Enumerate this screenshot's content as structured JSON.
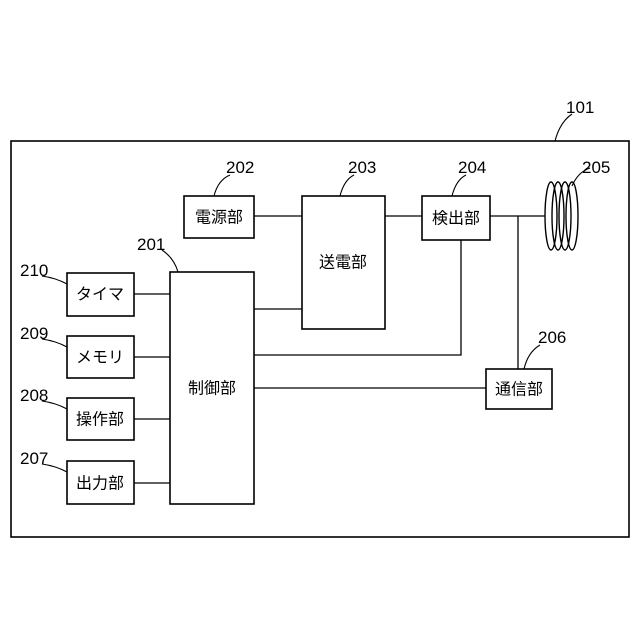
{
  "device": {
    "ref": "101"
  },
  "blocks": {
    "control": {
      "ref": "201",
      "label": "制御部"
    },
    "power_supply": {
      "ref": "202",
      "label": "電源部"
    },
    "power_transmitter": {
      "ref": "203",
      "label": "送電部"
    },
    "detector": {
      "ref": "204",
      "label": "検出部"
    },
    "coil": {
      "ref": "205"
    },
    "communication": {
      "ref": "206",
      "label": "通信部"
    },
    "output": {
      "ref": "207",
      "label": "出力部"
    },
    "operation": {
      "ref": "208",
      "label": "操作部"
    },
    "memory": {
      "ref": "209",
      "label": "メモリ"
    },
    "timer": {
      "ref": "210",
      "label": "タイマ"
    }
  }
}
